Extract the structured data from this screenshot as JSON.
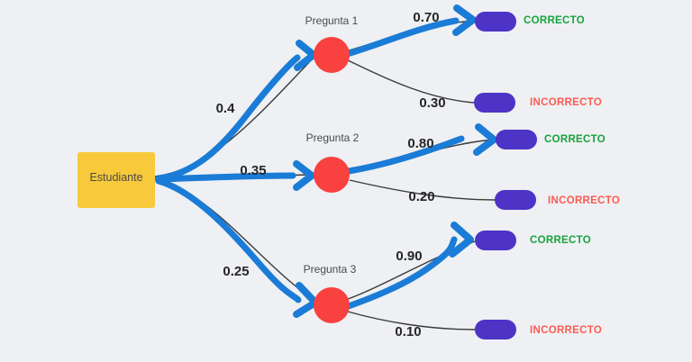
{
  "diagram": {
    "type": "probability-tree",
    "root": {
      "label": "Estudiante"
    },
    "outcome_labels": {
      "correct": "CORRECTO",
      "incorrect": "INCORRECTO"
    },
    "questions": [
      {
        "label": "Pregunta 1",
        "branch_probability": "0.4",
        "correct_probability": "0.70",
        "incorrect_probability": "0.30"
      },
      {
        "label": "Pregunta 2",
        "branch_probability": "0.35",
        "correct_probability": "0.80",
        "incorrect_probability": "0.20"
      },
      {
        "label": "Pregunta 3",
        "branch_probability": "0.25",
        "correct_probability": "0.90",
        "incorrect_probability": "0.10"
      }
    ]
  },
  "colors": {
    "bg": "#EEF0F3",
    "root-fill": "#F7C93B",
    "question-fill": "#F94140",
    "outcome-fill": "#4D33C6",
    "arrow-blue": "#1A7CD6",
    "edge-black": "#3A3A3A",
    "correct-text": "#17A33C",
    "incorrect-text": "#FB5B52",
    "label-dark": "#262626",
    "label-gray": "#4A4A4A"
  }
}
